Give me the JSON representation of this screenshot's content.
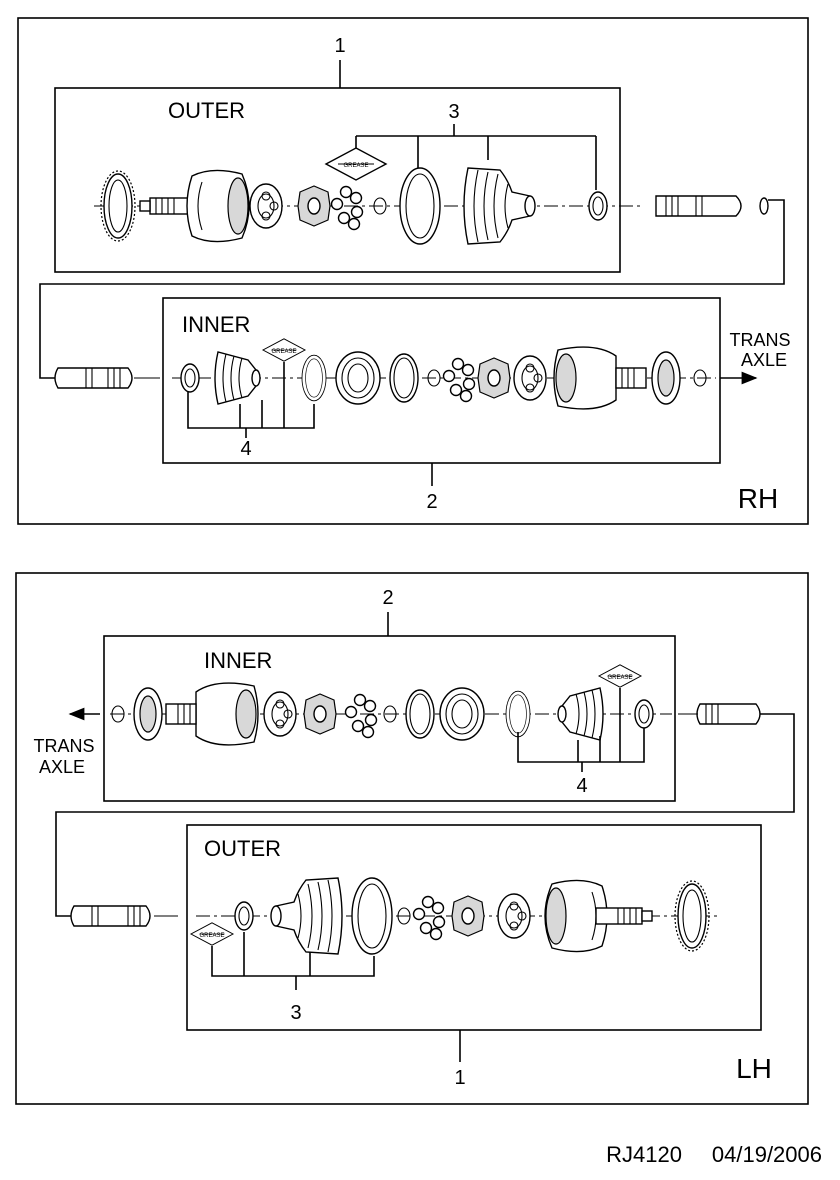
{
  "drawing_id": "RJ4120",
  "date": "04/19/2006",
  "rh_panel": {
    "side_label": "RH",
    "outer_label": "OUTER",
    "inner_label": "INNER",
    "callout_outer": "1",
    "callout_inner": "2",
    "callout_outer_boot_kit": "3",
    "callout_inner_boot_kit": "4",
    "trans_axle_line1": "TRANS",
    "trans_axle_line2": "AXLE"
  },
  "lh_panel": {
    "side_label": "LH",
    "outer_label": "OUTER",
    "inner_label": "INNER",
    "callout_outer": "1",
    "callout_inner": "2",
    "callout_outer_boot_kit": "3",
    "callout_inner_boot_kit": "4",
    "trans_axle_line1": "TRANS",
    "trans_axle_line2": "AXLE"
  },
  "grease_tag": "GREASE"
}
